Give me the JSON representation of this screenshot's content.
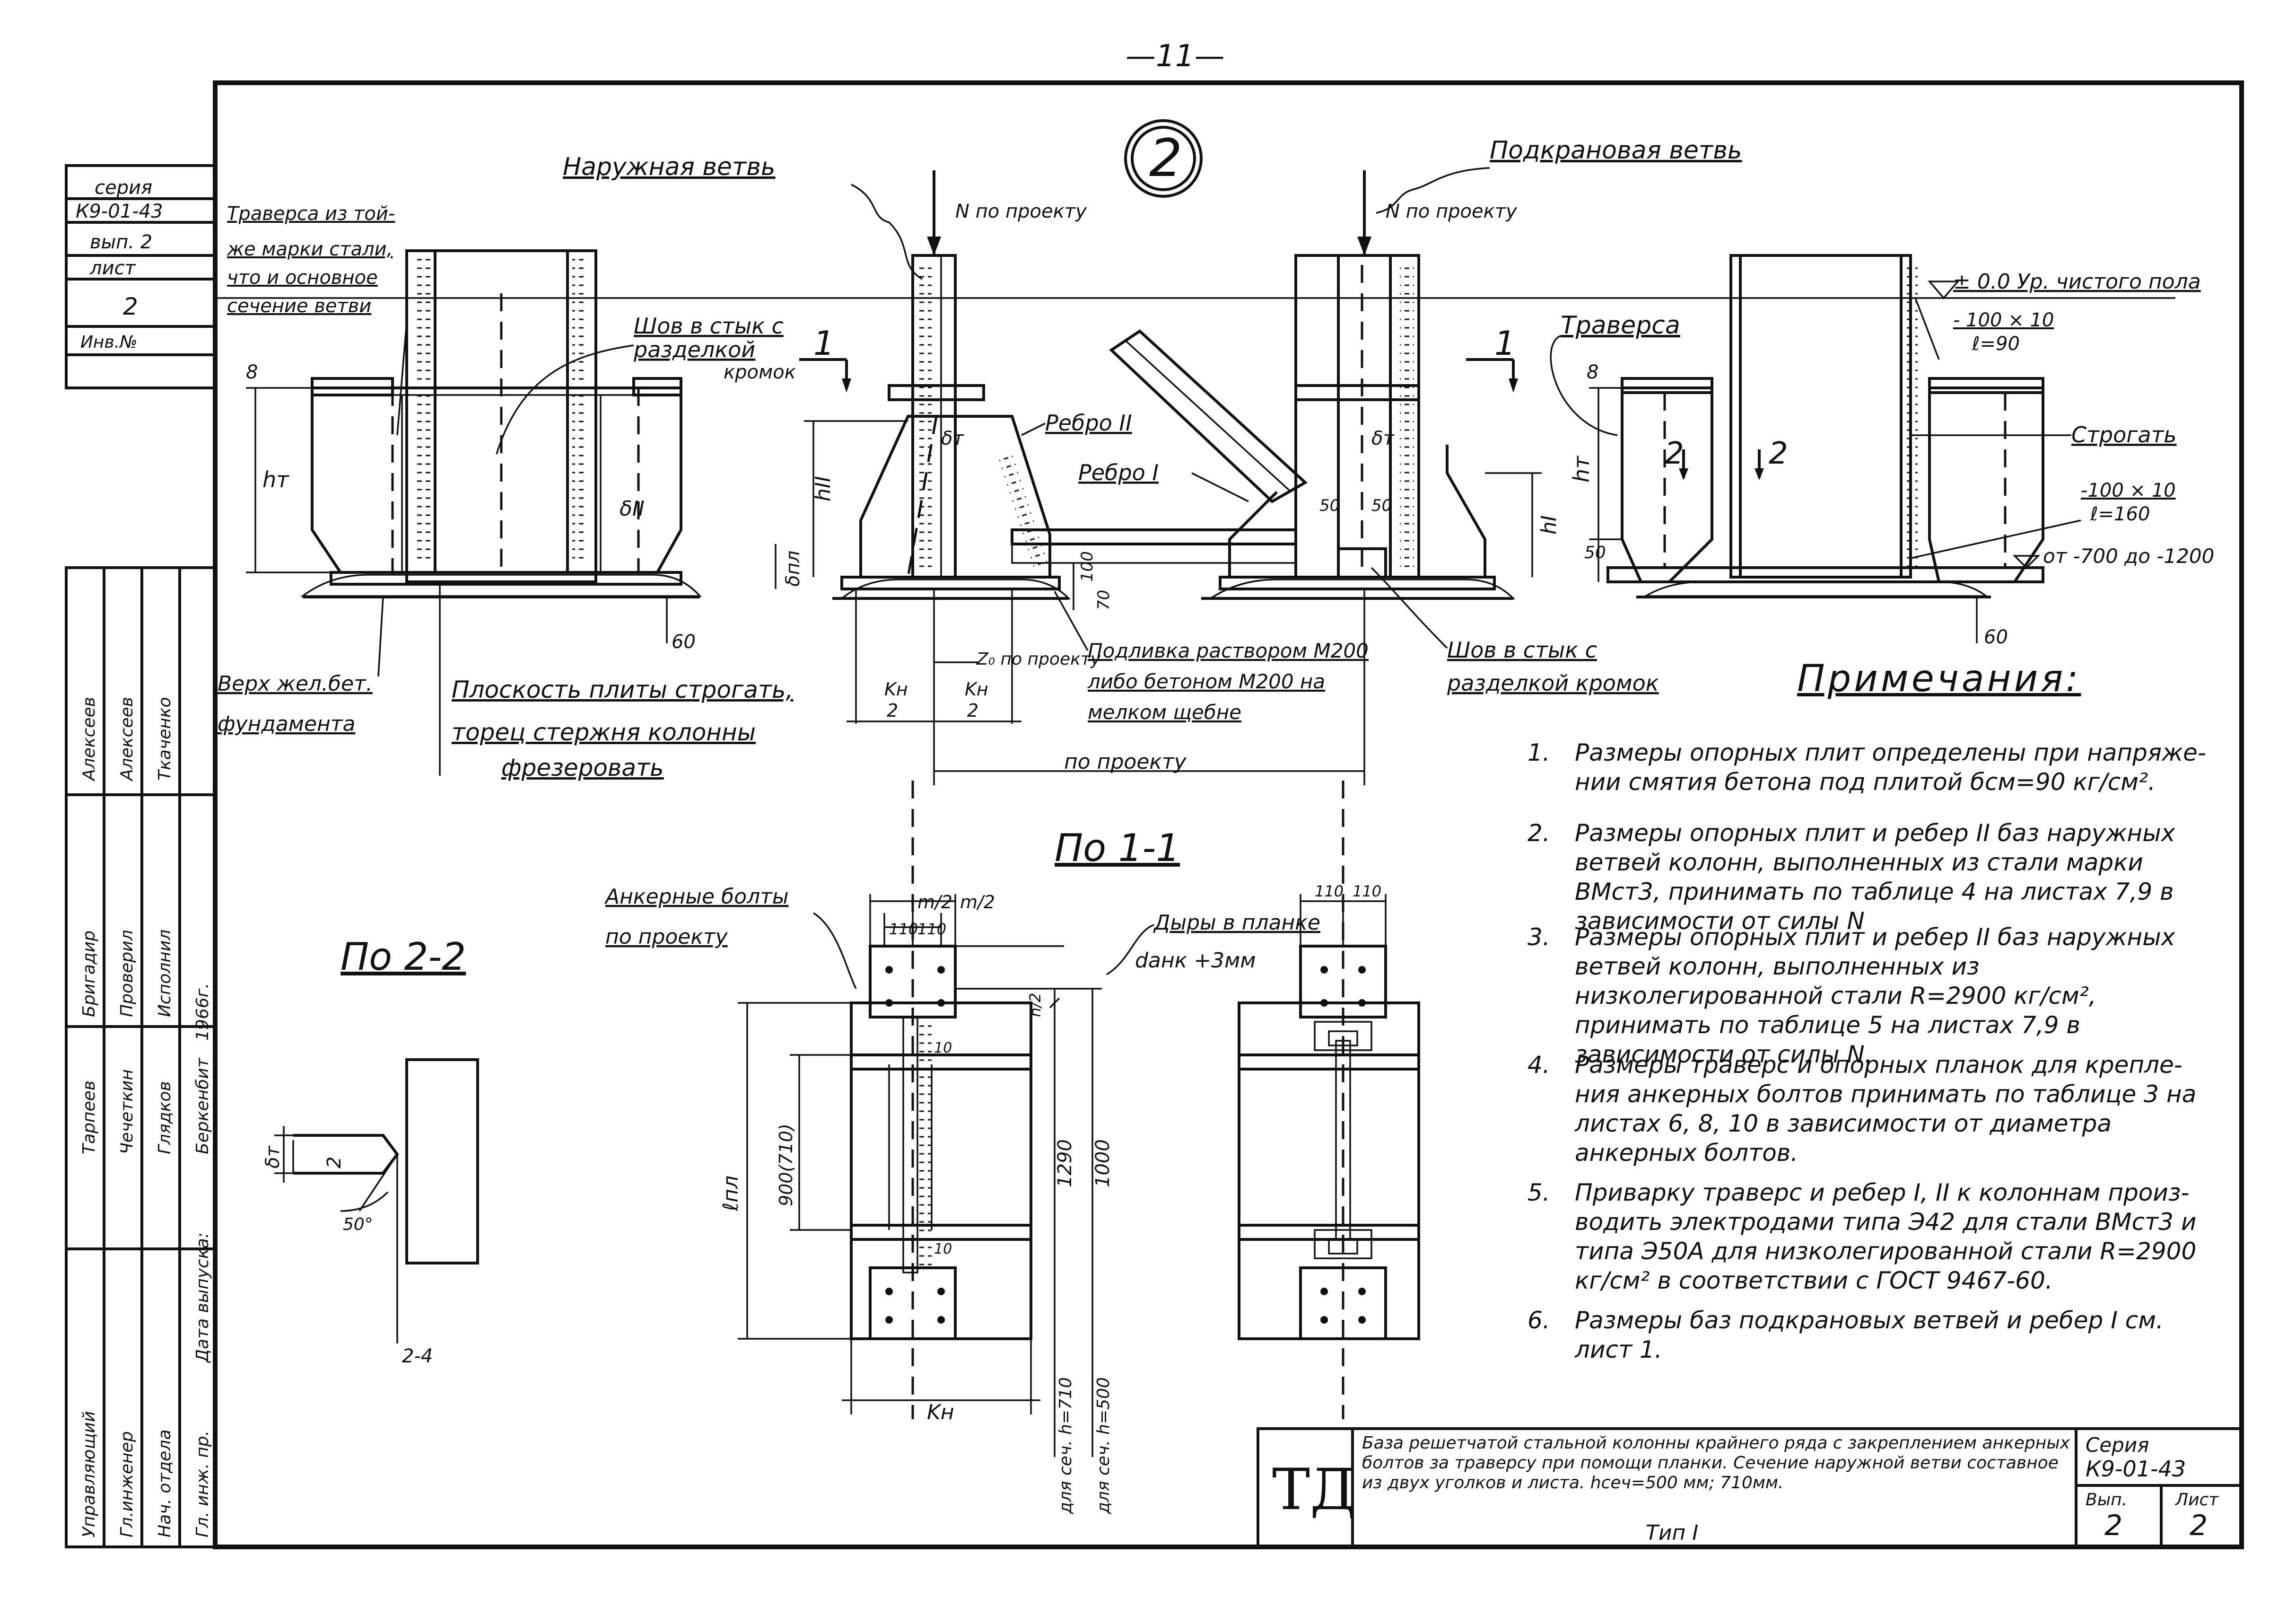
{
  "page_number": "—11—",
  "detail_number": "2",
  "side_stamp": {
    "seriya_label": "серия",
    "seriya": "К9-01-43",
    "vyp": "вып. 2",
    "list_label": "лист",
    "list": "2",
    "inv": "Инв.№",
    "roles": [
      "Управляющий",
      "Гл.инженер",
      "Нач. отдела",
      "Гл. инж. пр.",
      "Дата выпуска:"
    ],
    "roles2": [
      "Тарпеев",
      "Чечеткин",
      "Глядков",
      "Беркенбит",
      "1966г."
    ],
    "roles3": [
      "Бригадир",
      "Проверил",
      "Исполнил"
    ],
    "roles4": [
      "Алексеев",
      "Алексеев",
      "Ткаченко"
    ]
  },
  "labels": {
    "outer_branch": "Наружная ветвь",
    "crane_branch": "Подкрановая ветвь",
    "n_project_1": "N по проекту",
    "n_project_2": "N по проекту",
    "traverse_note_1": "Траверса из той-",
    "traverse_note_2": "же марки стали,",
    "traverse_note_3": "что и основное",
    "traverse_note_4": "сечение ветви",
    "weld_1": "Шов в стык с",
    "weld_2": "разделкой",
    "weld_3": "кромок",
    "rib_2": "Ребро II",
    "rib_1": "Ребро I",
    "traverse": "Траверса",
    "floor_level": "± 0.0 Ур. чистого пола",
    "plate_1a": "- 100 × 10",
    "plate_1b": "ℓ=90",
    "plane": "Строгать",
    "plate_2a": "-100 × 10",
    "plate_2b": "ℓ=160",
    "level_range": "от -700 до -1200",
    "sec_1": "1",
    "sec_2": "2",
    "ht": "hт",
    "h2": "hII",
    "h1": "hI",
    "delta_t": "δт",
    "delta_pl": "δпл",
    "delta_2": "δII",
    "dim_8": "8",
    "dim_50": "50",
    "dim_60": "60",
    "dim_100": "100",
    "dim_70": "70",
    "top_found_1": "Верх жел.бет.",
    "top_found_2": "фундамента",
    "plane_note_1": "Плоскость плиты строгать,",
    "plane_note_2": "торец стержня колонны",
    "plane_note_3": "фрезеровать",
    "z0": "Z₀ по проекту",
    "kn2a": "Kн",
    "kn2b": "2",
    "grout_1": "Подливка раствором М200",
    "grout_2": "либо бетоном М200 на",
    "grout_3": "мелком щебне",
    "weld2_1": "Шов в стык с",
    "weld2_2": "разделкой кромок",
    "po_proektu": "по проекту",
    "section_1_1": "По 1-1",
    "section_2_2": "По 2-2",
    "anchor_1": "Анкерные болты",
    "anchor_2": "по проекту",
    "holes_1": "Дыры в планке",
    "holes_2": "dанк +3мм",
    "m2": "m/2",
    "n2": "n/2",
    "d110": "110",
    "lpl": "ℓпл",
    "d900_710": "900(710)",
    "d1290": "1290",
    "d1000": "1000",
    "d10": "10",
    "kn": "Kн",
    "for_710": "для сеч. h=710",
    "for_500": "для сеч. h=500",
    "angle_50": "50°",
    "d2": "2",
    "d2_4": "2-4"
  },
  "notes_title": "Примечания:",
  "notes": [
    {
      "num": "1.",
      "text": "Размеры опорных плит определены при напряже- нии смятия бетона под плитой бсм=90 кг/см²."
    },
    {
      "num": "2.",
      "text": "Размеры опорных плит и ребер II баз наружных ветвей колонн, выполненных из стали марки ВМст3, принимать по таблице 4 на листах 7,9 в зависимости от силы N"
    },
    {
      "num": "3.",
      "text": "Размеры опорных плит и ребер II баз наружных ветвей колонн, выполненных из низколегированной стали R=2900 кг/см², принимать по таблице 5 на листах 7,9 в зависимости от силы N."
    },
    {
      "num": "4.",
      "text": "Размеры траверс и опорных планок для крепле- ния анкерных болтов принимать по таблице 3 на листах 6, 8, 10 в зависимости от диаметра анкерных болтов."
    },
    {
      "num": "5.",
      "text": "Приварку траверс и ребер I, II к колоннам произ- водить электродами типа Э42 для стали ВМст3 и типа Э50А для низколегированной стали R=2900 кг/см² в соответствии с ГОСТ 9467-60."
    },
    {
      "num": "6.",
      "text": "Размеры баз подкрановых ветвей и ребер I см. лист 1."
    }
  ],
  "title_block": {
    "logo": "ТД",
    "title": "База решетчатой стальной колонны крайнего ряда с закреплением анкерных болтов за траверсу при помощи планки. Сечение наружной ветви составное из двух уголков и листа. hсеч=500 мм; 710мм.",
    "type": "Тип I",
    "series_label": "Серия",
    "series": "К9-01-43",
    "vyp_label": "Вып.",
    "vyp": "2",
    "list_label": "Лист",
    "list": "2"
  }
}
